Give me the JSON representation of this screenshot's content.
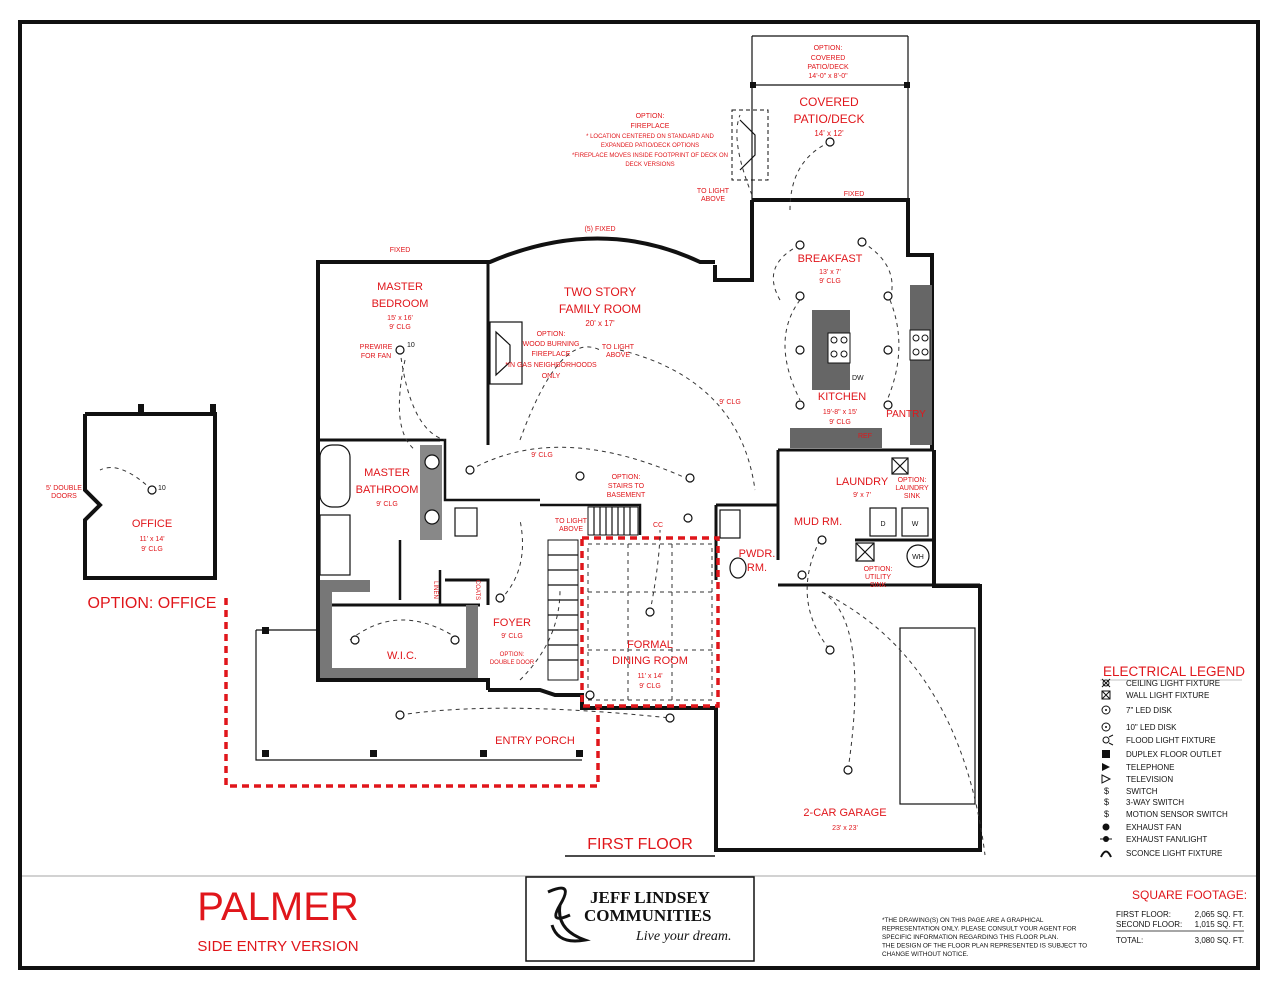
{
  "rooms": {
    "covered_option": {
      "line1": "OPTION:",
      "line2": "COVERED",
      "line3": "PATIO/DECK",
      "line4": "14'-0\" x 8'-0\""
    },
    "covered_patio": {
      "line1": "COVERED",
      "line2": "PATIO/DECK",
      "dims": "14' x 12'"
    },
    "fireplace_option": {
      "line1": "OPTION:",
      "line2": "FIREPLACE",
      "line3": "* LOCATION CENTERED ON STANDARD AND",
      "line4": "EXPANDED PATIO/DECK OPTIONS",
      "line5": "*FIREPLACE MOVES INSIDE FOOTPRINT OF DECK ON",
      "line6": "DECK VERSIONS"
    },
    "to_light_above_1": {
      "line1": "TO LIGHT",
      "line2": "ABOVE"
    },
    "fixed_top": "FIXED",
    "breakfast": {
      "name": "BREAKFAST",
      "dims": "13' x 7'",
      "clg": "9' CLG"
    },
    "fixed_5": "(5) FIXED",
    "fixed_master": "FIXED",
    "master_bedroom": {
      "line1": "MASTER",
      "line2": "BEDROOM",
      "dims": "15' x 16'",
      "clg": "9' CLG"
    },
    "prewire": {
      "line1": "PREWIRE",
      "line2": "FOR FAN",
      "num": "10"
    },
    "family_room": {
      "line1": "TWO STORY",
      "line2": "FAMILY ROOM",
      "dims": "20' x 17'"
    },
    "wood_option": {
      "line1": "OPTION:",
      "line2": "WOOD BURNING",
      "line3": "FIREPLACE",
      "line4": "*IN GAS NEIGHBORHOODS",
      "line5": "ONLY"
    },
    "to_light_above_2": {
      "line1": "TO LIGHT",
      "line2": "ABOVE"
    },
    "clg9_a": "9' CLG",
    "clg9_b": "9' CLG",
    "kitchen": {
      "name": "KITCHEN",
      "dims": "19'-8\" x 15'",
      "clg": "9' CLG",
      "dw": "DW",
      "ref": "REF"
    },
    "pantry": "PANTRY",
    "master_bath": {
      "line1": "MASTER",
      "line2": "BATHROOM",
      "clg": "9' CLG"
    },
    "office": {
      "name": "OFFICE",
      "dims": "11' x 14'",
      "clg": "9' CLG",
      "doors1": "5' DOUBLE",
      "doors2": "DOORS",
      "num": "10"
    },
    "option_office": "OPTION: OFFICE",
    "stairs": {
      "line1": "OPTION:",
      "line2": "STAIRS TO",
      "line3": "BASEMENT"
    },
    "to_light_above_3": {
      "line1": "TO LIGHT",
      "line2": "ABOVE"
    },
    "cc": "CC",
    "laundry": {
      "name": "LAUNDRY",
      "dims": "9' x 7'",
      "opt1": "OPTION:",
      "opt2": "LAUNDRY",
      "opt3": "SINK"
    },
    "mud_room": "MUD RM.",
    "pwdr": {
      "line1": "PWDR.",
      "line2": "RM."
    },
    "utility": {
      "line1": "OPTION:",
      "line2": "UTILITY",
      "line3": "SINK",
      "d": "D",
      "w": "W",
      "wh": "WH"
    },
    "linen": "LINEN",
    "coats": "COATS",
    "foyer": {
      "name": "FOYER",
      "clg": "9' CLG",
      "opt1": "OPTION:",
      "opt2": "DOUBLE DOOR"
    },
    "wic": "W.I.C.",
    "dining": {
      "line1": "FORMAL",
      "line2": "DINING ROOM",
      "dims": "11' x 14'",
      "clg": "9' CLG"
    },
    "entry_porch": "ENTRY PORCH",
    "garage": {
      "name": "2-CAR GARAGE",
      "dims": "23' x 23'"
    },
    "first_floor": "FIRST FLOOR"
  },
  "legend": {
    "title": "ELECTRICAL LEGEND",
    "items": [
      {
        "icon": "ceiling-light-icon",
        "label": "CEILING LIGHT FIXTURE"
      },
      {
        "icon": "wall-light-icon",
        "label": "WALL LIGHT FIXTURE"
      },
      {
        "icon": "led-disk-7-icon",
        "label": "7\" LED DISK"
      },
      {
        "icon": "led-disk-10-icon",
        "label": "10\" LED DISK"
      },
      {
        "icon": "flood-light-icon",
        "label": "FLOOD LIGHT FIXTURE"
      },
      {
        "icon": "floor-outlet-icon",
        "label": "DUPLEX FLOOR OUTLET"
      },
      {
        "icon": "telephone-icon",
        "label": "TELEPHONE"
      },
      {
        "icon": "television-icon",
        "label": "TELEVISION"
      },
      {
        "icon": "switch-icon",
        "label": "SWITCH"
      },
      {
        "icon": "three-way-switch-icon",
        "label": "3-WAY SWITCH"
      },
      {
        "icon": "motion-switch-icon",
        "label": "MOTION SENSOR SWITCH"
      },
      {
        "icon": "exhaust-fan-icon",
        "label": "EXHAUST FAN"
      },
      {
        "icon": "exhaust-fan-light-icon",
        "label": "EXHAUST FAN/LIGHT"
      },
      {
        "icon": "sconce-icon",
        "label": "SCONCE LIGHT FIXTURE"
      }
    ]
  },
  "footer": {
    "model": "PALMER",
    "version": "SIDE ENTRY VERSION",
    "brand1": "JEFF LINDSEY",
    "brand2": "COMMUNITIES",
    "tagline": "Live your dream.",
    "disclaimer": [
      "*THE DRAWING(S) ON THIS PAGE ARE A GRAPHICAL",
      "REPRESENTATION ONLY. PLEASE CONSULT YOUR AGENT FOR",
      "SPECIFIC INFORMATION REGARDING THIS FLOOR PLAN.",
      "THE DESIGN OF THE FLOOR PLAN REPRESENTED IS SUBJECT TO",
      "CHANGE WITHOUT NOTICE."
    ]
  },
  "square_footage": {
    "title": "SQUARE FOOTAGE:",
    "first_label": "FIRST FLOOR:",
    "first_value": "2,065 SQ. FT.",
    "second_label": "SECOND FLOOR:",
    "second_value": "1,015 SQ. FT.",
    "total_label": "TOTAL:",
    "total_value": "3,080 SQ. FT."
  },
  "colors": {
    "accent": "#e0161b",
    "ink": "#111111"
  }
}
